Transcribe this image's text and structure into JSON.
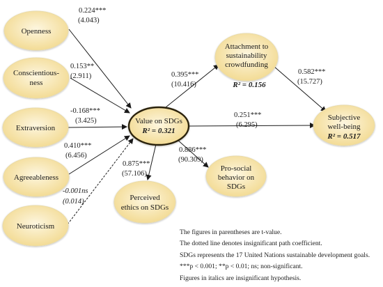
{
  "nodes": {
    "openness": {
      "label": "Openness"
    },
    "conscientiousness": {
      "label_lines": [
        "Conscientious-",
        "ness"
      ]
    },
    "extraversion": {
      "label": "Extraversion"
    },
    "agreeableness": {
      "label": "Agreeableness"
    },
    "neuroticism": {
      "label": "Neuroticism"
    },
    "value": {
      "label": "Value on SDGs",
      "r2": "R² = 0.321"
    },
    "attachment": {
      "label_lines": [
        "Attachment to",
        "sustainability",
        "crowdfunding"
      ],
      "r2": "R² = 0.156"
    },
    "subjective": {
      "label_lines": [
        "Subjective",
        "well-being"
      ],
      "r2": "R² = 0.517"
    },
    "prosocial": {
      "label_lines": [
        "Pro-social",
        "behavior on",
        "SDGs"
      ]
    },
    "ethics": {
      "label_lines": [
        "Perceived",
        "ethics on SDGs"
      ]
    }
  },
  "paths": {
    "openness_value": {
      "coef": "0.224***",
      "t": "(4.043)"
    },
    "conscientiousness_value": {
      "coef": "0.153**",
      "t": "(2.911)"
    },
    "extraversion_value": {
      "coef": "-0.168***",
      "t": "(3.425)"
    },
    "agreeableness_value": {
      "coef": "0.410***",
      "t": "(6.456)"
    },
    "neuroticism_value": {
      "coef": "-0.001ns",
      "t": "(0.014)"
    },
    "value_attachment": {
      "coef": "0.395***",
      "t": "(10.416)"
    },
    "attachment_subjective": {
      "coef": "0.582***",
      "t": "(15.727)"
    },
    "value_subjective": {
      "coef": "0.251***",
      "t": "(6.295)"
    },
    "value_prosocial": {
      "coef": "0.886***",
      "t": "(90.309)"
    },
    "value_ethics": {
      "coef": "0.875***",
      "t": "(57.106)"
    }
  },
  "notes": [
    "The figures in parentheses are t-value.",
    "The dotted line denotes insignificant path coefficient.",
    "SDGs represents the 17 United Nations sustainable development goals.",
    "***p < 0.001; **p < 0.01; ns; non-significant.",
    "Figures in italics are insignificant hypothesis."
  ],
  "colors": {
    "node_fill": "#f6e2a6",
    "node_stroke": "#eadba8",
    "central_stroke": "#2a2008",
    "arrow": "#1a1a1a"
  }
}
